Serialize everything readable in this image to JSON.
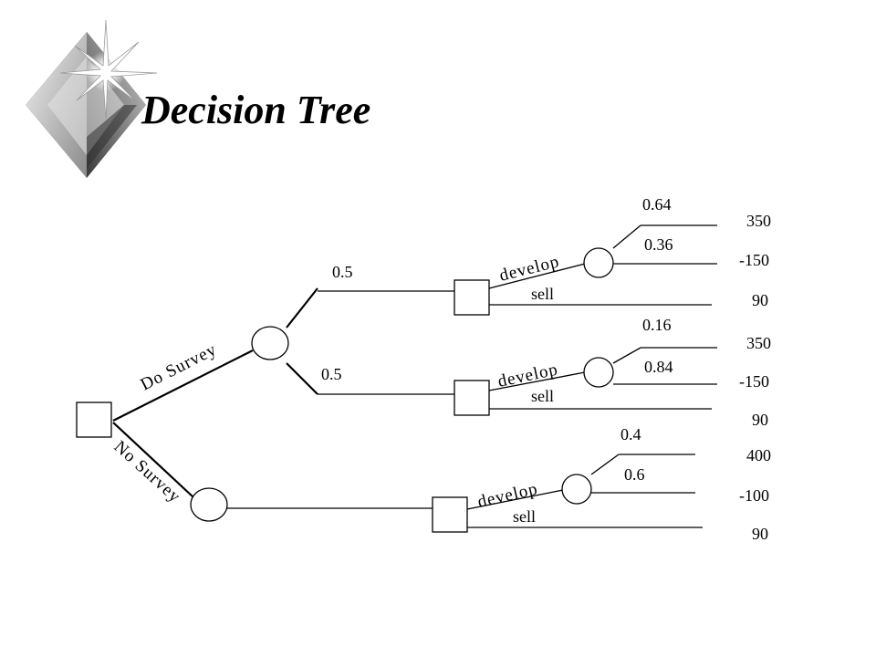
{
  "slide": {
    "title": "Decision Tree"
  },
  "tree": {
    "root_branches": {
      "do_survey": "Do Survey",
      "no_survey": "No Survey"
    },
    "survey_outcomes": {
      "upper_probability": "0.5",
      "lower_probability": "0.5"
    },
    "decisions": [
      {
        "develop_label": "develop",
        "sell_label": "sell",
        "develop_outcomes": [
          {
            "probability": "0.64",
            "payoff": "350"
          },
          {
            "probability": "0.36",
            "payoff": "-150"
          }
        ],
        "sell_payoff": "90"
      },
      {
        "develop_label": "develop",
        "sell_label": "sell",
        "develop_outcomes": [
          {
            "probability": "0.16",
            "payoff": "350"
          },
          {
            "probability": "0.84",
            "payoff": "-150"
          }
        ],
        "sell_payoff": "90"
      },
      {
        "develop_label": "develop",
        "sell_label": "sell",
        "develop_outcomes": [
          {
            "probability": "0.4",
            "payoff": "400"
          },
          {
            "probability": "0.6",
            "payoff": "-100"
          }
        ],
        "sell_payoff": "90"
      }
    ]
  },
  "colors": {
    "ink": "#000000",
    "background": "#ffffff",
    "logo_dark": "#4a4a4a",
    "logo_light": "#d8d8d8"
  },
  "icons": {
    "logo": "diamond-sparkle-icon"
  }
}
